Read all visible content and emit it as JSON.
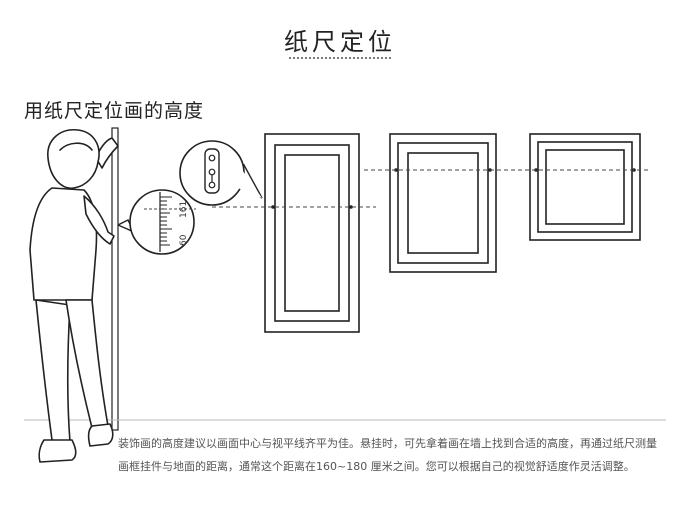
{
  "header": {
    "title": "纸尺定位",
    "subtitle": "用纸尺定位画的高度"
  },
  "ruler_labels": [
    "161",
    "60"
  ],
  "description": "装饰画的高度建议以画面中心与视平线齐平为佳。悬挂时，可先拿着画在墙上找到合适的高度，再通过纸尺测量画框挂件与地面的距离，通常这个距离在160~180 厘米之间。您可以根据自己的视觉舒适度作灵活调整。",
  "colors": {
    "line": "#222222",
    "dash": "#444444",
    "text": "#555555"
  }
}
